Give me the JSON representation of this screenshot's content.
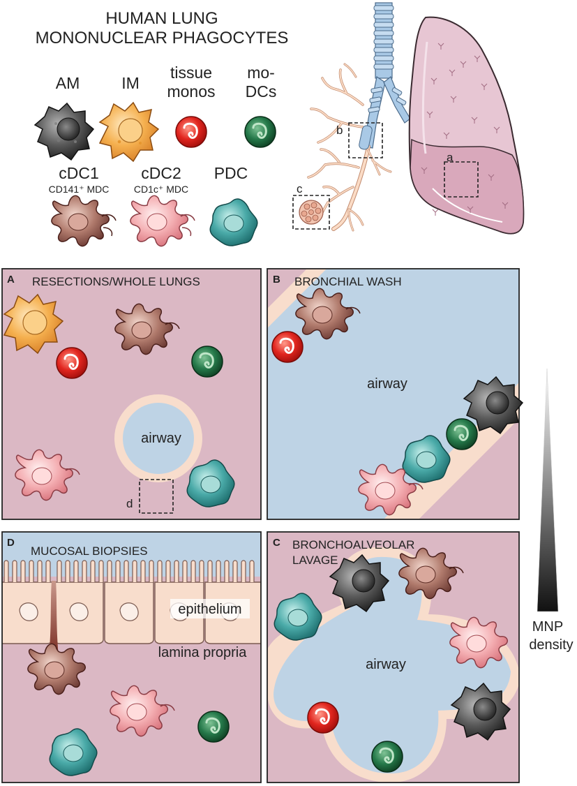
{
  "title": {
    "line1": "HUMAN LUNG",
    "line2": "MONONUCLEAR PHAGOCYTES"
  },
  "legend": {
    "am": "AM",
    "im": "IM",
    "monos_line1": "tissue",
    "monos_line2": "monos",
    "modcs_line1": "mo-",
    "modcs_line2": "DCs",
    "cdc1": "cDC1",
    "cdc1_sub": "CD141⁺ MDC",
    "cdc2": "cDC2",
    "cdc2_sub": "CD1c⁺ MDC",
    "pdc": "PDC"
  },
  "lung_labels": {
    "a": "a",
    "b": "b",
    "c": "c"
  },
  "panels": {
    "A": {
      "letter": "A",
      "title": "RESECTIONS/WHOLE LUNGS",
      "airway": "airway",
      "box_label": "d"
    },
    "B": {
      "letter": "B",
      "title": "BRONCHIAL WASH",
      "airway": "airway"
    },
    "C": {
      "letter": "C",
      "title_line1": "BRONCHOALVEOLAR",
      "title_line2": "LAVAGE",
      "airway": "airway"
    },
    "D": {
      "letter": "D",
      "title": "MUCOSAL BIOPSIES",
      "epithelium": "epithelium",
      "lamina": "lamina propria"
    }
  },
  "gradient": {
    "label_line1": "MNP",
    "label_line2": "density"
  },
  "colors": {
    "am": "#444444",
    "im": "#f5a646",
    "mono": "#e02a24",
    "modc": "#1d6b3a",
    "cdc1": "#a06a60",
    "cdc2": "#f2a9ad",
    "pdc": "#3aa0a0",
    "tissue": "#dbb8c4",
    "airway": "#bed3e5",
    "epithelial": "#f8ddcc"
  }
}
